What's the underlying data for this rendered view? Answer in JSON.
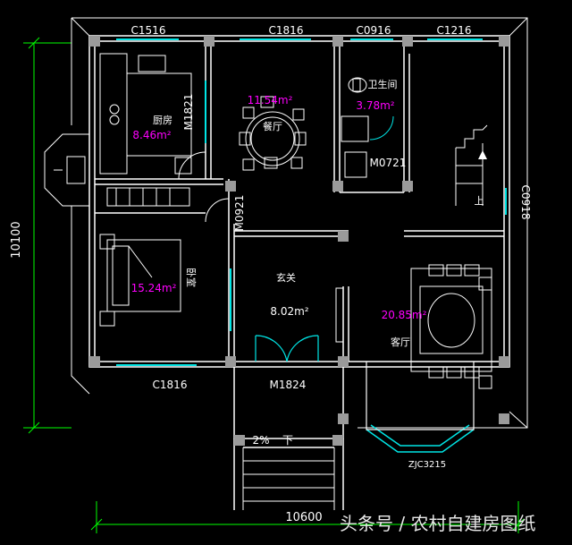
{
  "dimensions": {
    "overall_height": "10100",
    "overall_width": "10600"
  },
  "windows": {
    "kitchen": "C1516",
    "dining": "C1816",
    "bathroom": "C0916",
    "stair": "C1216",
    "bedroom": "C1816",
    "living_side": "C0918",
    "bay": "ZJC3215"
  },
  "doors": {
    "kitchen": "M1821",
    "bedroom": "M0921",
    "bathroom": "M0721",
    "entrance": "M1824"
  },
  "rooms": {
    "kitchen": {
      "name": "厨房",
      "area": "8.46m²"
    },
    "dining": {
      "name": "餐厅",
      "area": "11.54m²"
    },
    "bathroom": {
      "name": "卫生间",
      "area": "3.78m²"
    },
    "bedroom": {
      "name": "卧室",
      "area": "15.24m²"
    },
    "foyer": {
      "name": "玄关",
      "area": "8.02m²"
    },
    "living": {
      "name": "客厅",
      "area": "20.85m²"
    }
  },
  "stair": {
    "up_label": "上"
  },
  "porch": {
    "slope": "2%",
    "direction": "下"
  },
  "watermark": {
    "text": "头条号 / 农村自建房图纸"
  },
  "colors": {
    "wall": "#ffffff",
    "dimension": "#00ff00",
    "label": "#ffffff",
    "area": "#ff00ff",
    "window": "#00e5e5",
    "column": "#9a9a9a"
  }
}
